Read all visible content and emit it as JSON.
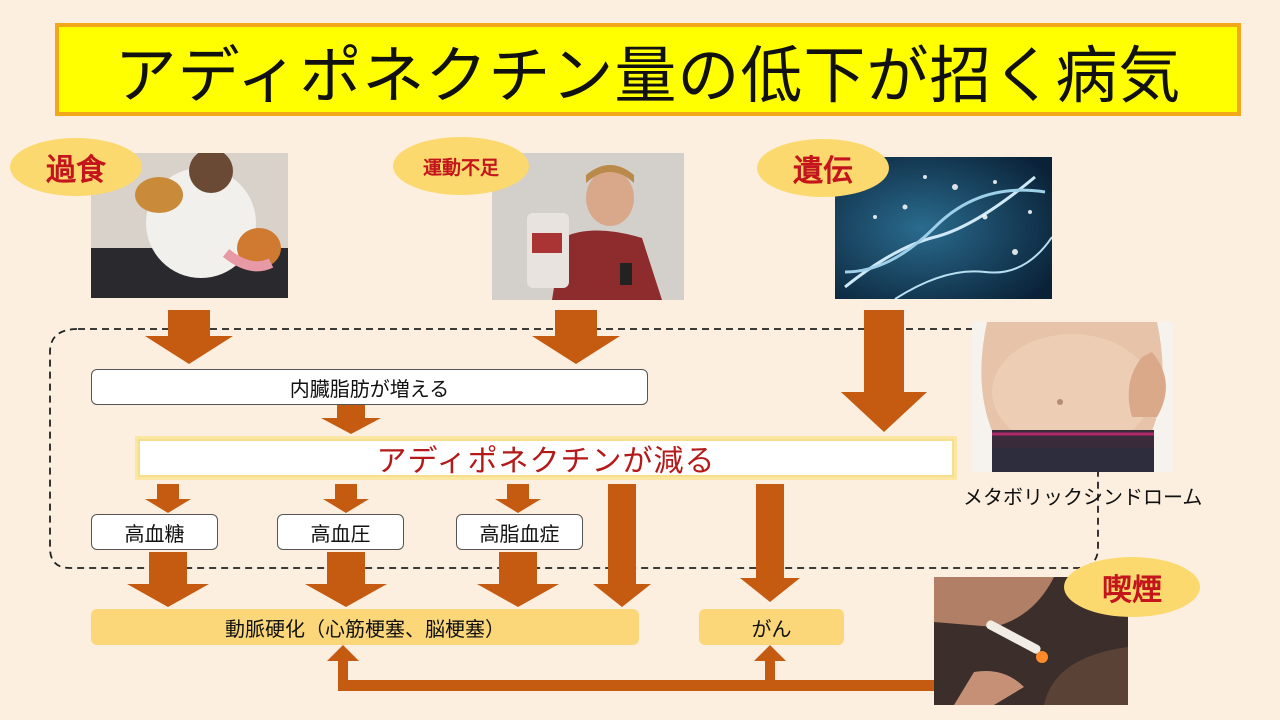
{
  "title": "アディポネクチン量の低下が招く病気",
  "causes": {
    "overeating": "過食",
    "lack_of_exercise": "運動不足",
    "genetics": "遺伝",
    "smoking": "喫煙"
  },
  "visceral_fat": "内臓脂肪が増える",
  "adiponectin_decrease": "アディポネクチンが減る",
  "metabolic_syndrome": "メタボリックシンドローム",
  "conditions": [
    "高血糖",
    "高血圧",
    "高脂血症"
  ],
  "outcomes": {
    "arteriosclerosis": "動脈硬化（心筋梗塞、脳梗塞）",
    "cancer": "がん"
  },
  "colors": {
    "arrow": "#c55a11",
    "title_bg": "#ffff00",
    "title_border": "#f3a81a",
    "oval_bg": "#fbd96f",
    "oval_text": "#c3151b",
    "adiponectin_text": "#b41a1a",
    "outcome_bg": "#fbd77a"
  }
}
